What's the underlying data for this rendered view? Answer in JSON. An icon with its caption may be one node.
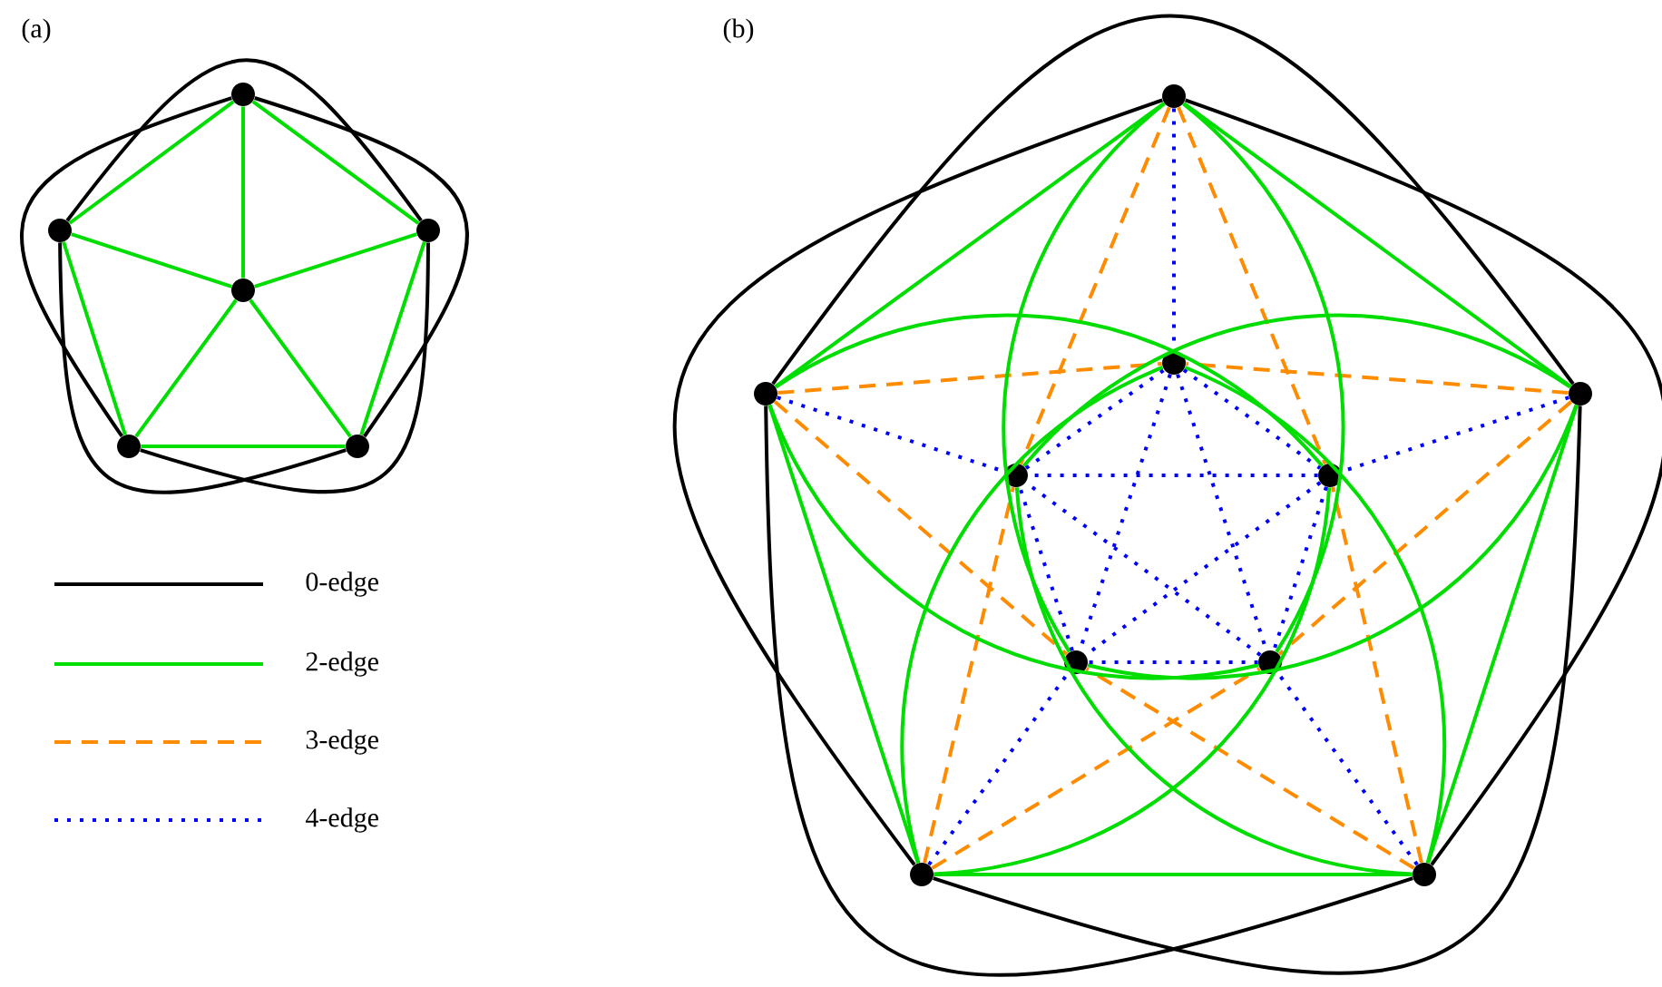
{
  "diagram": {
    "nodes": [
      {
        "text": [],
        "shape": "circle"
      },
      {
        "text": [],
        "shape": "circle"
      },
      {
        "text": [],
        "shape": "circle"
      },
      {
        "text": [],
        "shape": "circle"
      },
      {
        "text": [],
        "shape": "circle"
      },
      {
        "text": [],
        "shape": "circle"
      },
      {
        "text": [],
        "shape": "circle"
      },
      {
        "text": [],
        "shape": "circle"
      },
      {
        "text": [],
        "shape": "circle"
      },
      {
        "text": [],
        "shape": "circle"
      },
      {
        "text": [],
        "shape": "circle"
      },
      {
        "text": [],
        "shape": "circle"
      },
      {
        "text": [],
        "shape": "circle"
      },
      {
        "text": [],
        "shape": "circle"
      },
      {
        "text": [],
        "shape": "circle"
      },
      {
        "text": [],
        "shape": "circle"
      }
    ],
    "edges": [
      {
        "from": 0,
        "to": 1,
        "arrow": "none"
      },
      {
        "from": 0,
        "to": 2,
        "arrow": "none"
      },
      {
        "from": 2,
        "to": 5,
        "arrow": "none"
      },
      {
        "from": 5,
        "to": 4,
        "arrow": "none"
      },
      {
        "from": 4,
        "to": 1,
        "arrow": "none"
      },
      {
        "from": 3,
        "to": 0,
        "arrow": "none"
      },
      {
        "from": 3,
        "to": 1,
        "arrow": "none"
      },
      {
        "from": 3,
        "to": 2,
        "arrow": "none"
      },
      {
        "from": 3,
        "to": 4,
        "arrow": "none"
      },
      {
        "from": 3,
        "to": 5,
        "arrow": "none"
      },
      {
        "from": 0,
        "to": 5,
        "arrow": "none",
        "color": "#000000"
      },
      {
        "from": 2,
        "to": 4,
        "arrow": "none",
        "color": "#000000"
      },
      {
        "from": 5,
        "to": 1,
        "arrow": "none",
        "color": "#000000"
      },
      {
        "from": 4,
        "to": 0,
        "arrow": "none",
        "color": "#000000"
      },
      {
        "from": 1,
        "to": 2,
        "arrow": "none",
        "color": "#000000"
      },
      {
        "from": 6,
        "to": 9,
        "arrow": "none"
      },
      {
        "from": 9,
        "to": 15,
        "arrow": "none"
      },
      {
        "from": 15,
        "to": 14,
        "arrow": "none"
      },
      {
        "from": 14,
        "to": 8,
        "arrow": "none"
      },
      {
        "from": 8,
        "to": 6,
        "arrow": "none"
      },
      {
        "from": 6,
        "to": 15,
        "arrow": "none",
        "color": "#000000"
      },
      {
        "from": 9,
        "to": 14,
        "arrow": "none",
        "color": "#000000"
      },
      {
        "from": 15,
        "to": 8,
        "arrow": "none",
        "color": "#000000"
      },
      {
        "from": 14,
        "to": 6,
        "arrow": "none",
        "color": "#000000"
      },
      {
        "from": 8,
        "to": 9,
        "arrow": "none",
        "color": "#000000"
      },
      {
        "from": 6,
        "to": 7,
        "arrow": "none",
        "style": "dashed",
        "color": "#0000ff"
      },
      {
        "from": 9,
        "to": 11,
        "arrow": "none",
        "style": "dashed",
        "color": "#0000ff"
      },
      {
        "from": 15,
        "to": 13,
        "arrow": "none",
        "style": "dashed",
        "color": "#0000ff"
      },
      {
        "from": 14,
        "to": 12,
        "arrow": "none",
        "style": "dashed",
        "color": "#0000ff"
      },
      {
        "from": 8,
        "to": 10,
        "arrow": "none",
        "style": "dashed",
        "color": "#0000ff"
      },
      {
        "from": 6,
        "to": 11,
        "arrow": "none",
        "style": "dashed",
        "color": "#ff8c00"
      },
      {
        "from": 6,
        "to": 10,
        "arrow": "none",
        "style": "dashed",
        "color": "#ff8c00"
      },
      {
        "from": 9,
        "to": 7,
        "arrow": "none",
        "style": "dashed",
        "color": "#ff8c00"
      },
      {
        "from": 9,
        "to": 13,
        "arrow": "none",
        "style": "dashed",
        "color": "#ff8c00"
      },
      {
        "from": 15,
        "to": 11,
        "arrow": "none",
        "style": "dashed",
        "color": "#ff8c00"
      },
      {
        "from": 15,
        "to": 12,
        "arrow": "none",
        "style": "dashed",
        "color": "#ff8c00"
      },
      {
        "from": 14,
        "to": 13,
        "arrow": "none",
        "style": "dashed",
        "color": "#ff8c00"
      },
      {
        "from": 14,
        "to": 10,
        "arrow": "none",
        "style": "dashed",
        "color": "#ff8c00"
      },
      {
        "from": 8,
        "to": 12,
        "arrow": "none",
        "style": "dashed",
        "color": "#ff8c00"
      },
      {
        "from": 8,
        "to": 7,
        "arrow": "none",
        "style": "dashed",
        "color": "#ff8c00"
      },
      {
        "from": 6,
        "to": 13,
        "arrow": "none"
      },
      {
        "from": 6,
        "to": 12,
        "arrow": "none"
      },
      {
        "from": 9,
        "to": 12,
        "arrow": "none"
      },
      {
        "from": 9,
        "to": 10,
        "arrow": "none"
      },
      {
        "from": 15,
        "to": 10,
        "arrow": "none"
      },
      {
        "from": 15,
        "to": 7,
        "arrow": "none"
      },
      {
        "from": 14,
        "to": 7,
        "arrow": "none"
      },
      {
        "from": 14,
        "to": 11,
        "arrow": "none"
      },
      {
        "from": 8,
        "to": 11,
        "arrow": "none"
      },
      {
        "from": 8,
        "to": 13,
        "arrow": "none"
      },
      {
        "from": 7,
        "to": 11,
        "arrow": "none",
        "style": "dashed",
        "color": "#0000ff"
      },
      {
        "from": 11,
        "to": 13,
        "arrow": "none",
        "style": "dashed",
        "color": "#0000ff"
      },
      {
        "from": 13,
        "to": 12,
        "arrow": "none",
        "style": "dashed",
        "color": "#0000ff"
      },
      {
        "from": 12,
        "to": 10,
        "arrow": "none",
        "style": "dashed",
        "color": "#0000ff"
      },
      {
        "from": 10,
        "to": 7,
        "arrow": "none",
        "style": "dashed",
        "color": "#0000ff"
      },
      {
        "from": 7,
        "to": 13,
        "arrow": "none",
        "style": "dashed",
        "color": "#0000ff"
      },
      {
        "from": 7,
        "to": 12,
        "arrow": "none",
        "style": "dashed",
        "color": "#0000ff"
      },
      {
        "from": 11,
        "to": 12,
        "arrow": "none",
        "style": "dashed",
        "color": "#0000ff"
      },
      {
        "from": 11,
        "to": 10,
        "arrow": "none",
        "style": "dashed",
        "color": "#0000ff"
      },
      {
        "from": 13,
        "to": 10,
        "arrow": "none",
        "style": "dashed",
        "color": "#0000ff"
      }
    ],
    "labels": [
      "(a)",
      "(b)"
    ],
    "legend": [
      {
        "text": "0-edge"
      },
      {
        "text": "2-edge"
      },
      {
        "text": "3-edge"
      },
      {
        "text": "4-edge"
      }
    ]
  }
}
